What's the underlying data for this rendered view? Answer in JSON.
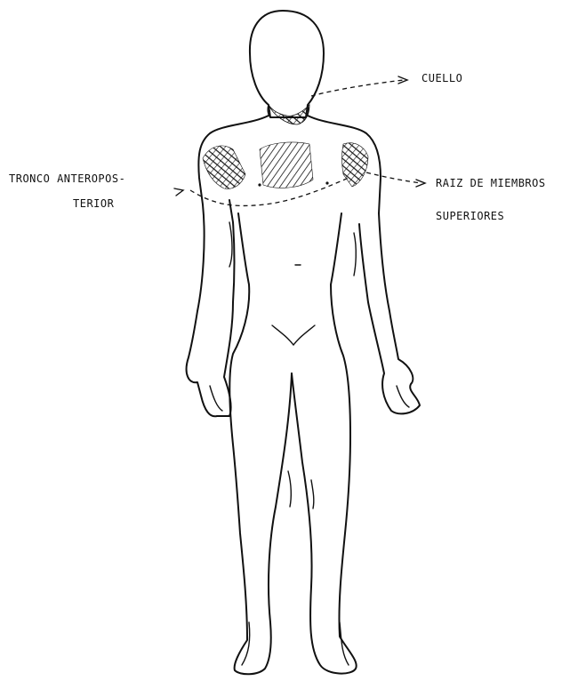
{
  "labels": {
    "neck": "CUELLO",
    "trunk_line1": "TRONCO ANTEROPOS-",
    "trunk_line2": "TERIOR",
    "limbs_line1": "RAIZ DE MIEMBROS",
    "limbs_line2": "SUPERIORES"
  },
  "colors": {
    "ink": "#111111",
    "paper": "#ffffff"
  }
}
